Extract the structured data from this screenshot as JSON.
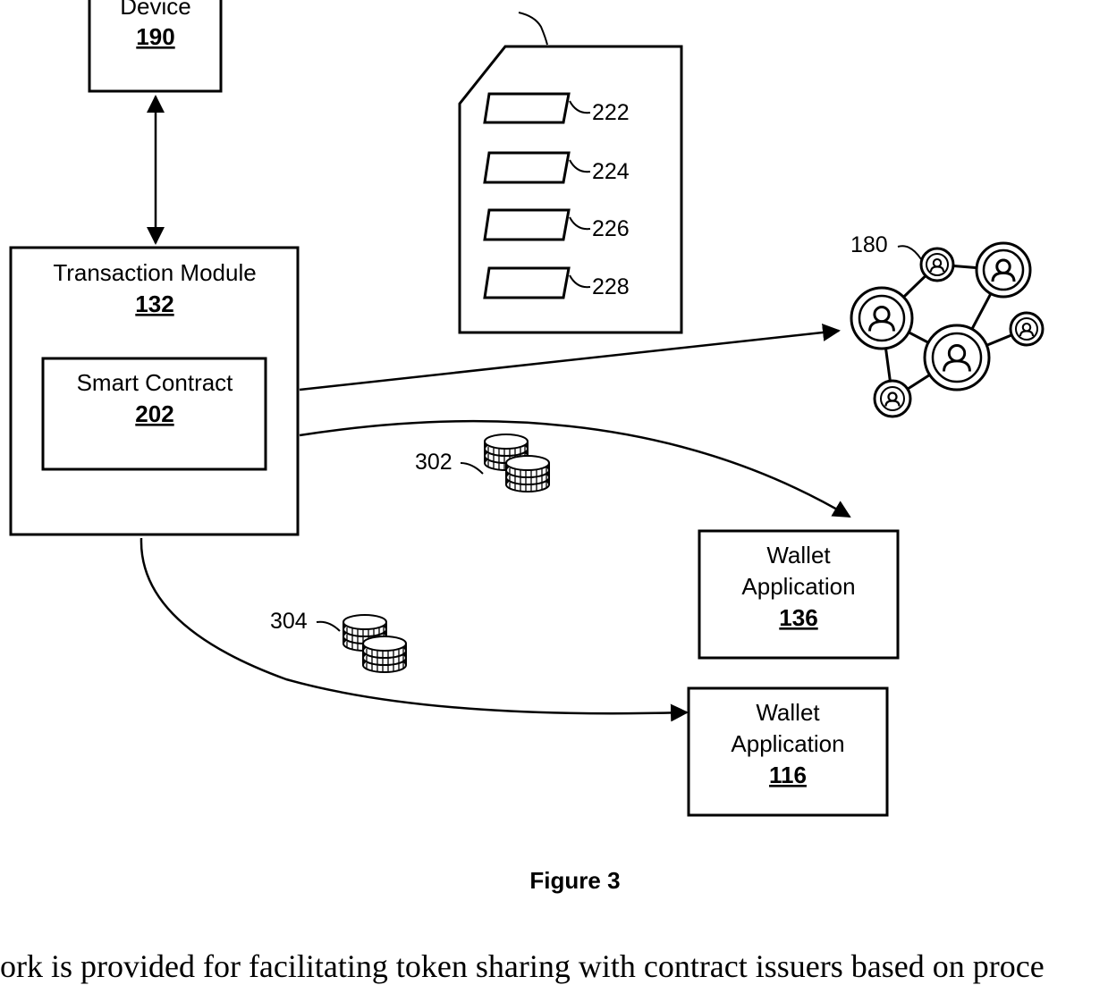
{
  "device": {
    "label": "Device",
    "number": "190"
  },
  "transaction_module": {
    "label": "Transaction Module",
    "number": "132"
  },
  "smart_contract": {
    "label": "Smart Contract",
    "number": "202"
  },
  "document": {
    "fields": [
      "222",
      "224",
      "226",
      "228"
    ]
  },
  "network": {
    "ref": "180"
  },
  "tokens_a": {
    "ref": "302"
  },
  "tokens_b": {
    "ref": "304"
  },
  "wallet_a": {
    "line1": "Wallet",
    "line2": "Application",
    "number": "136"
  },
  "wallet_b": {
    "line1": "Wallet",
    "line2": "Application",
    "number": "116"
  },
  "figure_caption": "Figure 3",
  "body_text": "ork is provided for facilitating token sharing with contract issuers based on proce"
}
